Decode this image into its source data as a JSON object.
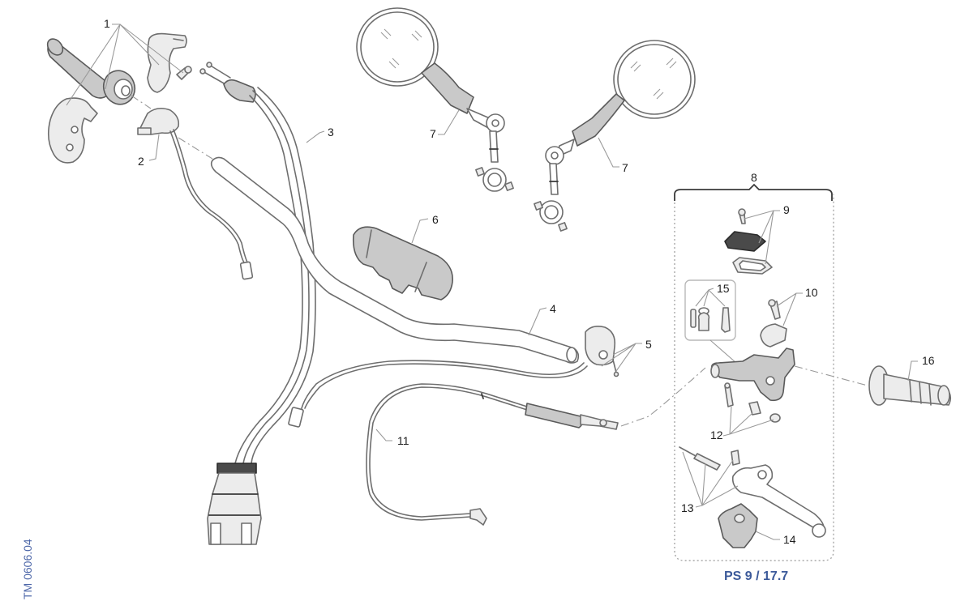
{
  "diagram": {
    "reference_code": "PS 9 / 17.7",
    "drawing_code": "TM 0606.04",
    "callouts": [
      {
        "id": "1",
        "label": "1",
        "part": "throttle-grip-assembly"
      },
      {
        "id": "2",
        "label": "2",
        "part": "throttle-sensor"
      },
      {
        "id": "3",
        "label": "3",
        "part": "throttle-cables"
      },
      {
        "id": "4",
        "label": "4",
        "part": "handlebar"
      },
      {
        "id": "5",
        "label": "5",
        "part": "clutch-switch-clamp"
      },
      {
        "id": "6",
        "label": "6",
        "part": "handlebar-pad"
      },
      {
        "id": "7a",
        "label": "7",
        "part": "left-mirror"
      },
      {
        "id": "7b",
        "label": "7",
        "part": "right-mirror"
      },
      {
        "id": "8",
        "label": "8",
        "part": "clutch-master-cylinder-assembly"
      },
      {
        "id": "9",
        "label": "9",
        "part": "reservoir-cap-kit"
      },
      {
        "id": "10",
        "label": "10",
        "part": "clamp-kit"
      },
      {
        "id": "11",
        "label": "11",
        "part": "clutch-hose"
      },
      {
        "id": "12",
        "label": "12",
        "part": "pivot-kit"
      },
      {
        "id": "13",
        "label": "13",
        "part": "lever-kit"
      },
      {
        "id": "14",
        "label": "14",
        "part": "lever-boot"
      },
      {
        "id": "15",
        "label": "15",
        "part": "piston-kit"
      },
      {
        "id": "16",
        "label": "16",
        "part": "left-grip"
      }
    ]
  }
}
